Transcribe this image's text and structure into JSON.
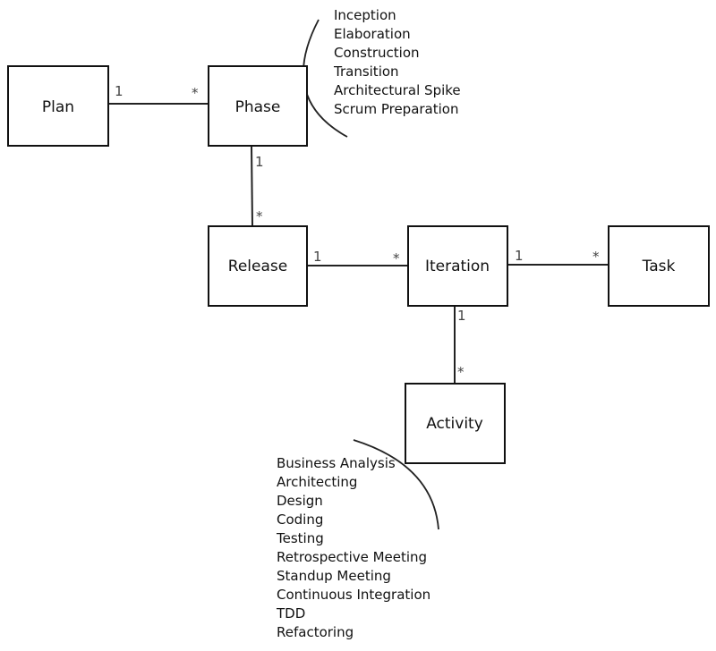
{
  "nodes": {
    "plan": "Plan",
    "phase": "Phase",
    "release": "Release",
    "iteration": "Iteration",
    "task": "Task",
    "activity": "Activity"
  },
  "edges": {
    "plan_phase": {
      "from": "1",
      "to": "*"
    },
    "phase_release": {
      "from": "1",
      "to": "*"
    },
    "release_iteration": {
      "from": "1",
      "to": "*"
    },
    "iteration_task": {
      "from": "1",
      "to": "*"
    },
    "iteration_activity": {
      "from": "1",
      "to": "*"
    }
  },
  "phase_types": [
    "Inception",
    "Elaboration",
    "Construction",
    "Transition",
    "Architectural Spike",
    "Scrum Preparation"
  ],
  "activity_types": [
    "Business Analysis",
    "Architecting",
    "Design",
    "Coding",
    "Testing",
    "Retrospective Meeting",
    "Standup Meeting",
    "Continuous Integration",
    "TDD",
    "Refactoring"
  ]
}
